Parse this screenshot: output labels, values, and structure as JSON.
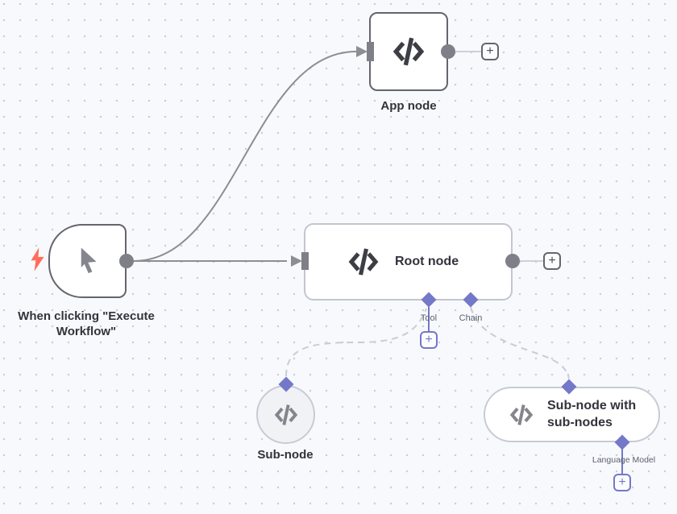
{
  "canvas": {
    "name": "workflow-canvas"
  },
  "palette": {
    "bg": "#f8f9fc",
    "dot": "#c9cdda",
    "border-dark": "#65656d",
    "border-light": "#c2c6d0",
    "border-sub": "#c8cbd5",
    "conn": "#8d8d95",
    "stub": "#cdd0da",
    "dashed": "#c8ccd6",
    "purple": "#7478c8",
    "endpoint": "#7f7f88",
    "sub-fill": "#f1f2f6",
    "icon-dark": "#3d3e45",
    "icon-gray": "#84858d",
    "bolt": "#ff6d5a",
    "text-dark": "#32333c",
    "label-gray": "#5a6170"
  },
  "nodes": {
    "trigger": {
      "label": "When clicking \"Execute Workflow\"",
      "icon": "cursor-icon",
      "badge": "lightning-icon"
    },
    "app": {
      "label": "App node",
      "icon": "code-icon"
    },
    "root": {
      "title": "Root node",
      "icon": "code-icon"
    },
    "sub": {
      "label": "Sub-node",
      "icon": "code-icon"
    },
    "group": {
      "title": "Sub-node with sub-nodes",
      "icon": "code-icon"
    }
  },
  "connector_labels": {
    "tool": "Tool",
    "chain": "Chain",
    "language_model": "Language Model"
  },
  "controls": {
    "plus_glyph": "+"
  }
}
